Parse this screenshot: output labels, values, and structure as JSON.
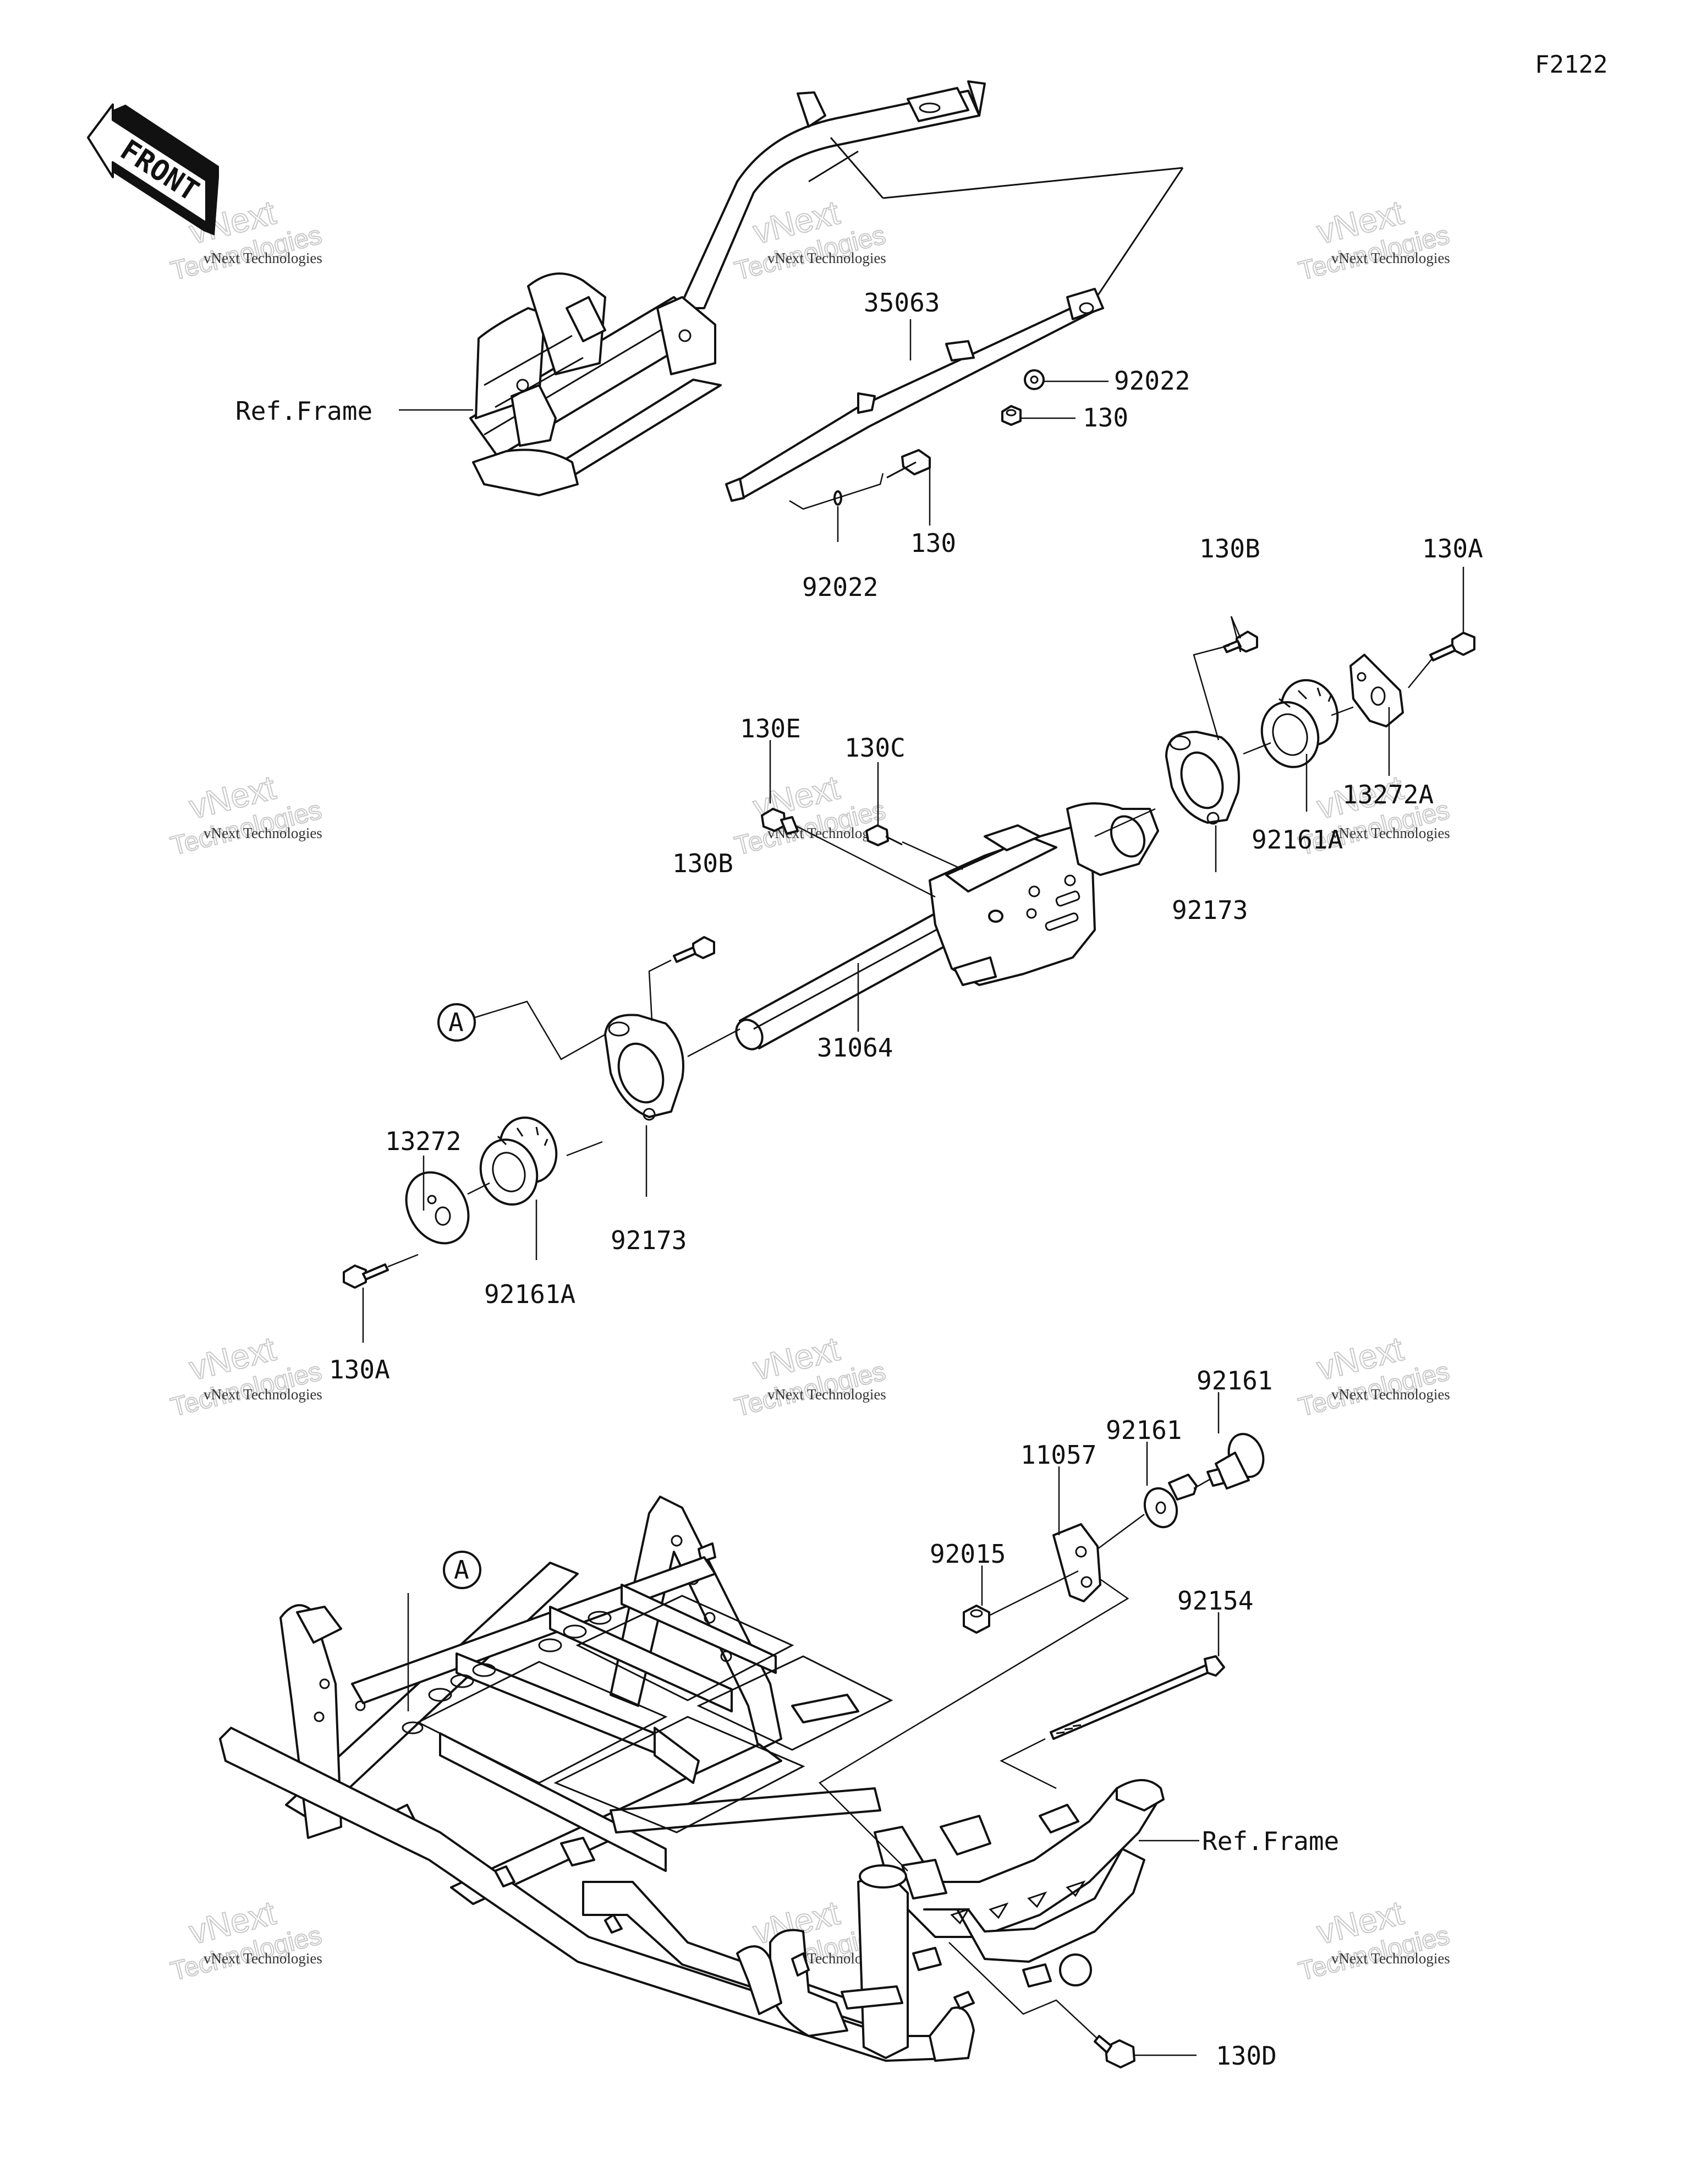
{
  "diagram_code": "F2122",
  "front_arrow_text": "FRONT",
  "callout_letter": "A",
  "watermark": {
    "line1": "vNext Technologies",
    "line2": "vNext",
    "line3": "Technologies"
  },
  "labels": {
    "ref_frame_top": "Ref.Frame",
    "p35063": "35063",
    "p92022_right": "92022",
    "p130_right": "130",
    "p130_bottom": "130",
    "p92022_bottom": "92022",
    "p130B_right": "130B",
    "p130A_right": "130A",
    "p130E": "130E",
    "p130C": "130C",
    "p13272A": "13272A",
    "p92161A_right": "92161A",
    "p92173_right": "92173",
    "p130B_left": "130B",
    "p31064": "31064",
    "p13272": "13272",
    "p92173_left": "92173",
    "p92161A_left": "92161A",
    "p130A_left": "130A",
    "p92161_top": "92161",
    "p92161_mid": "92161",
    "p11057": "11057",
    "p92015": "92015",
    "p92154": "92154",
    "ref_frame_bottom": "Ref.Frame",
    "p130D": "130D"
  }
}
